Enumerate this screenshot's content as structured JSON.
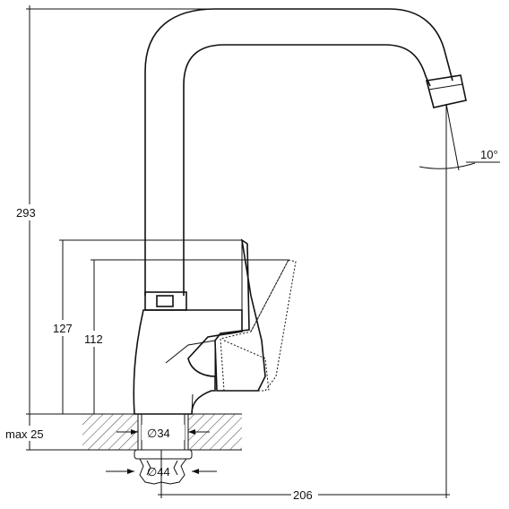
{
  "drawing": {
    "dimensions": {
      "total_height": "293",
      "lever_height": "127",
      "lever_inner_height": "112",
      "max_thickness": "max 25",
      "hole_diameter": "∅34",
      "nut_diameter": "∅44",
      "reach": "206",
      "spout_angle": "10°"
    }
  }
}
